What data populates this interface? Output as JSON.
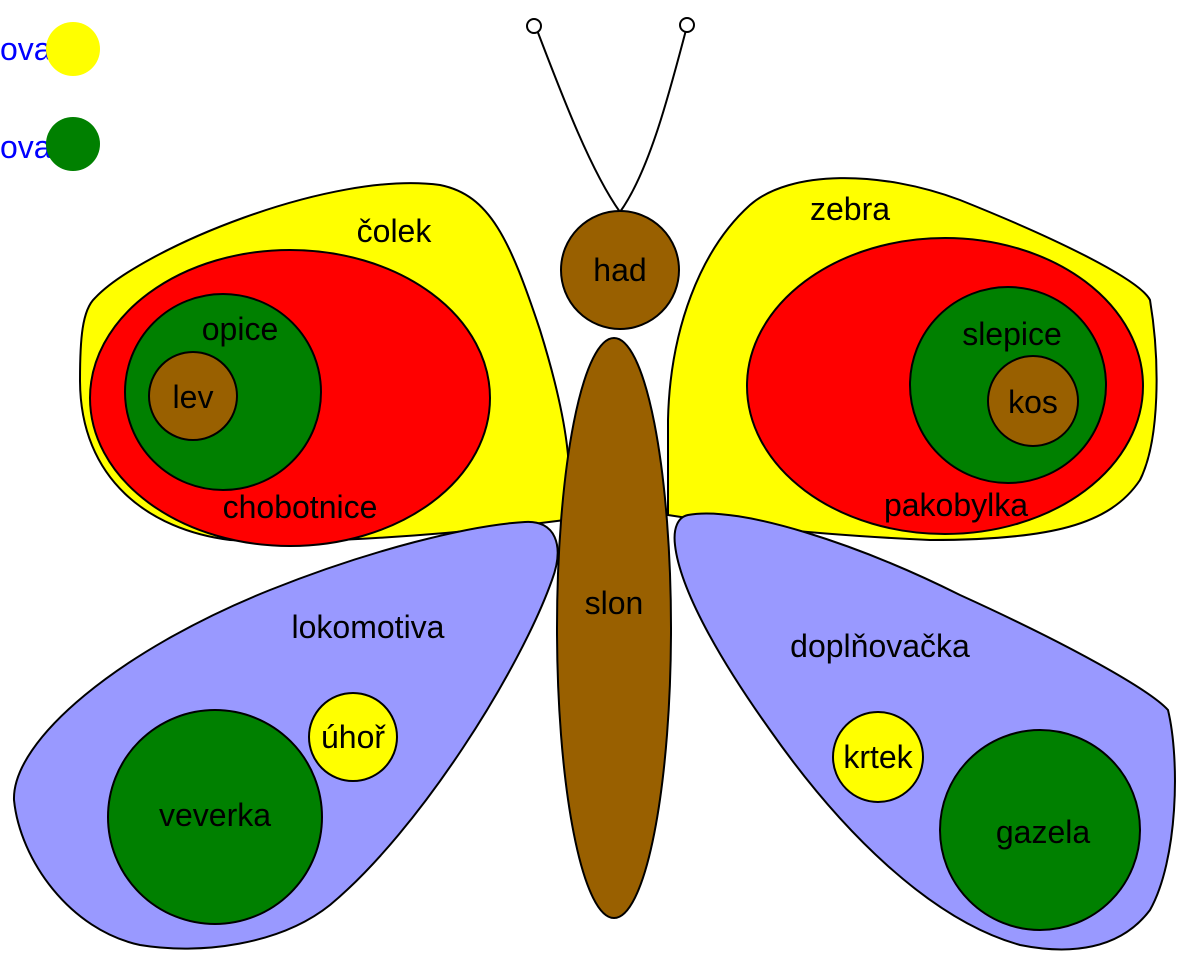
{
  "legend": [
    {
      "label": "ova",
      "color": "#ffff00"
    },
    {
      "label": "ova",
      "color": "#008000"
    }
  ],
  "colors": {
    "yellow": "#ffff00",
    "red": "#ff0000",
    "green": "#008000",
    "brown": "#996000",
    "lavender": "#9999ff",
    "outline": "#000000",
    "legend_text": "#0000ff"
  },
  "body": {
    "head": "had",
    "thorax": "slon"
  },
  "upper_left_wing": {
    "outer": "čolek",
    "middle": "chobotnice",
    "inner": "opice",
    "core": "lev"
  },
  "upper_right_wing": {
    "outer": "zebra",
    "middle": "pakobylka",
    "inner": "slepice",
    "core": "kos"
  },
  "lower_left_wing": {
    "label": "lokomotiva",
    "small_circle": "úhoř",
    "big_circle": "veverka"
  },
  "lower_right_wing": {
    "label": "doplňovačka",
    "small_circle": "krtek",
    "big_circle": "gazela"
  }
}
